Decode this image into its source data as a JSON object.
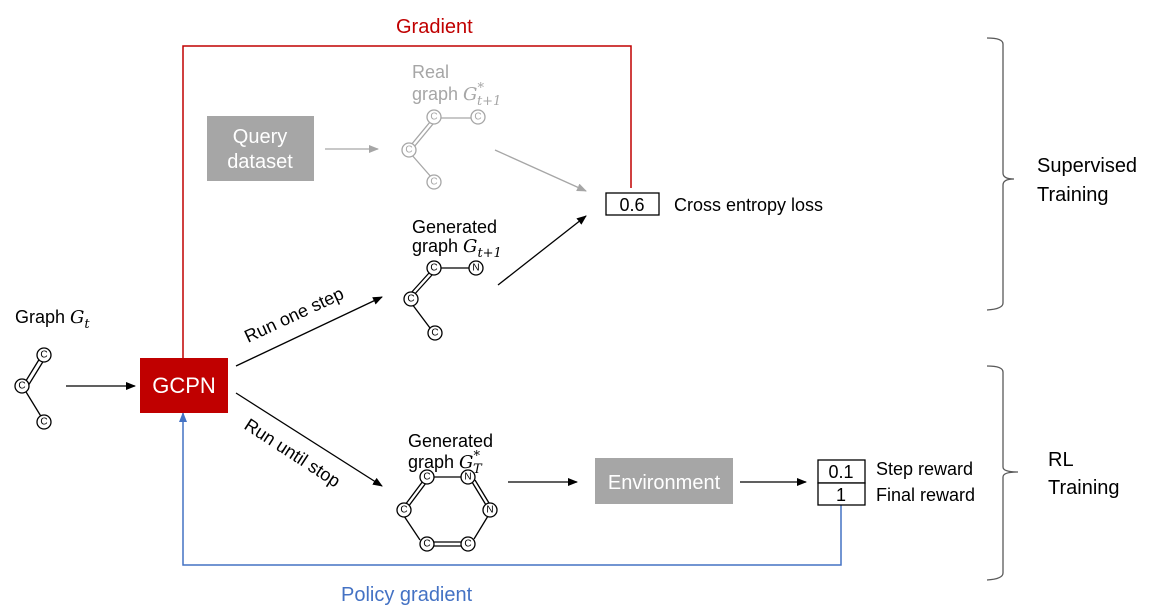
{
  "colors": {
    "gradient": "#c00000",
    "policy_gradient": "#4472c4",
    "gcpn_box": "#c00000",
    "gray_box": "#a6a6a6",
    "gray_text": "#a6a6a6"
  },
  "labels": {
    "gradient": "Gradient",
    "policy_gradient": "Policy gradient",
    "gcpn": "GCPN",
    "query_dataset_line1": "Query",
    "query_dataset_line2": "dataset",
    "environment": "Environment",
    "run_one_step": "Run one step",
    "run_until_stop": "Run until stop",
    "supervised_line1": "Supervised",
    "supervised_line2": "Training",
    "rl_line1": "RL",
    "rl_line2": "Training"
  },
  "graphs": {
    "input": {
      "label": "Graph ",
      "symbol": "G",
      "sub": "t",
      "sup": ""
    },
    "real": {
      "label_line1": "Real",
      "label_line2": "graph ",
      "symbol": "G",
      "sub": "t+1",
      "sup": "*"
    },
    "generated_step": {
      "label_line1": "Generated",
      "label_line2": "graph ",
      "symbol": "G",
      "sub": "t+1",
      "sup": ""
    },
    "generated_final": {
      "label_line1": "Generated",
      "label_line2": "graph ",
      "symbol": "G",
      "sub": "T",
      "sup": "*"
    }
  },
  "atoms": {
    "input": [
      "C",
      "C",
      "C"
    ],
    "real": [
      "C",
      "C",
      "C",
      "C"
    ],
    "generated_step": [
      "C",
      "N",
      "C",
      "C"
    ],
    "generated_final": [
      "C",
      "N",
      "C",
      "N",
      "C",
      "C"
    ]
  },
  "loss": {
    "value": "0.6",
    "label": "Cross entropy loss"
  },
  "rewards": [
    {
      "value": "0.1",
      "label": "Step reward"
    },
    {
      "value": "1",
      "label": "Final reward"
    }
  ]
}
